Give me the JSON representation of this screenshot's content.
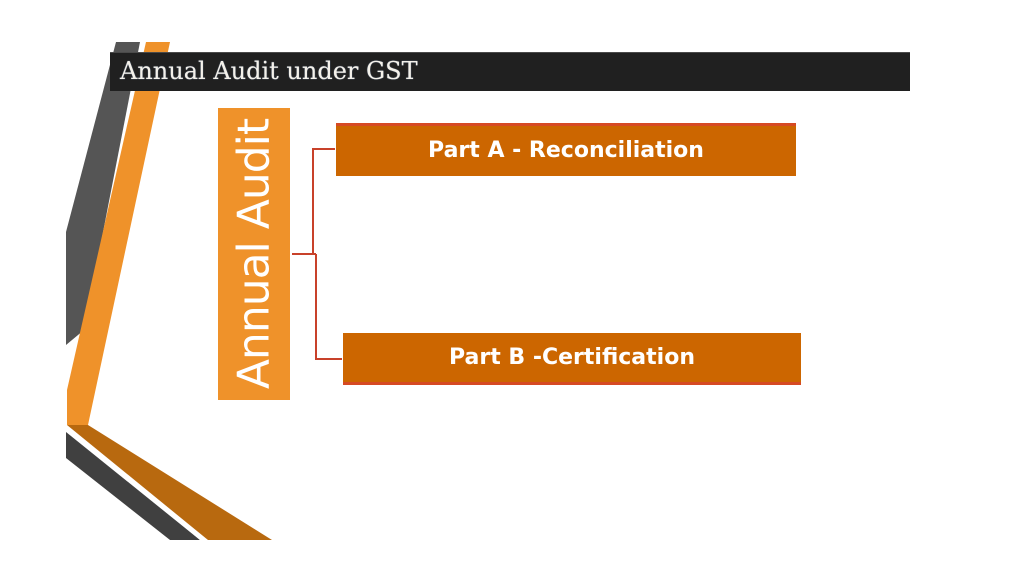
{
  "slide": {
    "title": "Annual Audit under GST",
    "root_label": "Annual Audit",
    "branches": [
      {
        "label": "Part A - Reconciliation"
      },
      {
        "label": "Part B -Certification"
      }
    ]
  },
  "colors": {
    "title_bar": "#202020",
    "title_text": "#f4f1ea",
    "root_box": "#ef922a",
    "branch_box": "#cc6600",
    "connector": "#c8412a",
    "stripe_gray": "#555555",
    "stripe_orange": "#ef922a",
    "stripe_dark_orange": "#b8690f",
    "stripe_dark": "#404040"
  }
}
